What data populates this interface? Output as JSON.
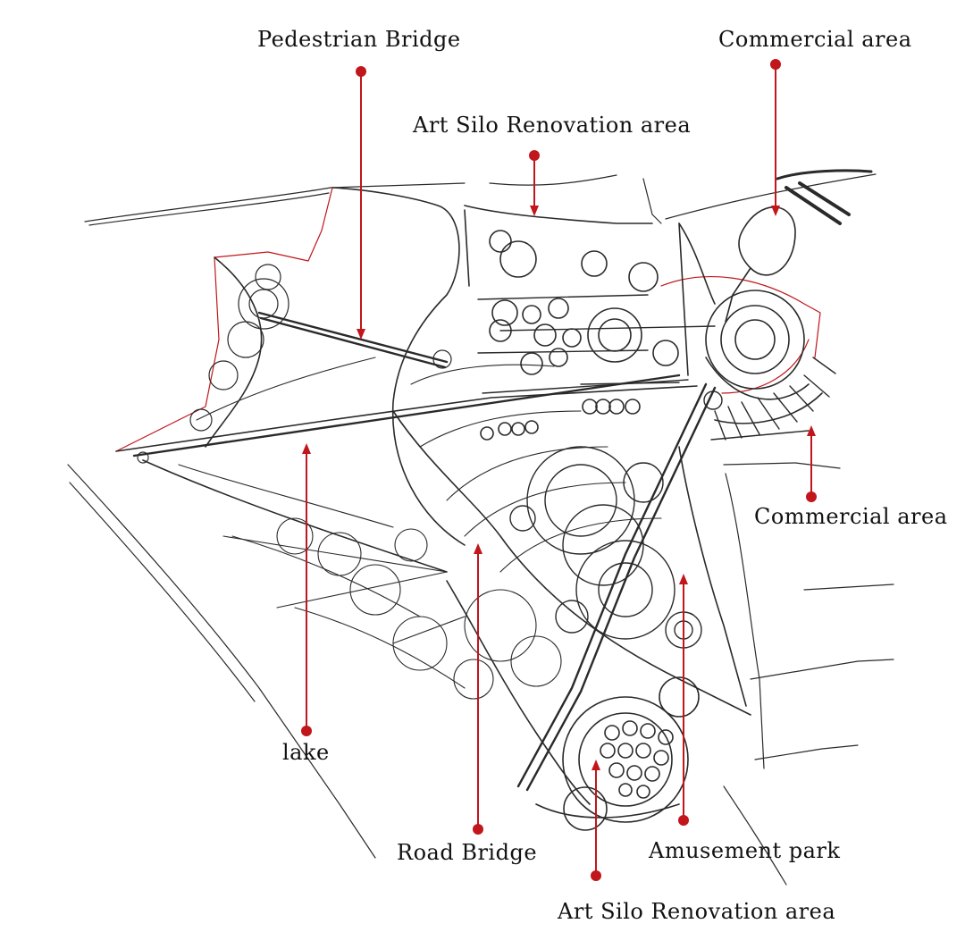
{
  "diagram": {
    "labels": {
      "pedestrian_bridge": "Pedestrian Bridge",
      "commercial_area_top": "Commercial area",
      "art_silo_top": "Art Silo Renovation area",
      "commercial_area_right": "Commercial area",
      "lake": "lake",
      "road_bridge": "Road Bridge",
      "amusement_park": "Amusement park",
      "art_silo_bottom": "Art Silo Renovation area"
    },
    "colors": {
      "pointer": "#c0161c",
      "sketch_line": "#2a2a2a",
      "site_boundary": "#c0161c",
      "background": "#ffffff"
    }
  }
}
